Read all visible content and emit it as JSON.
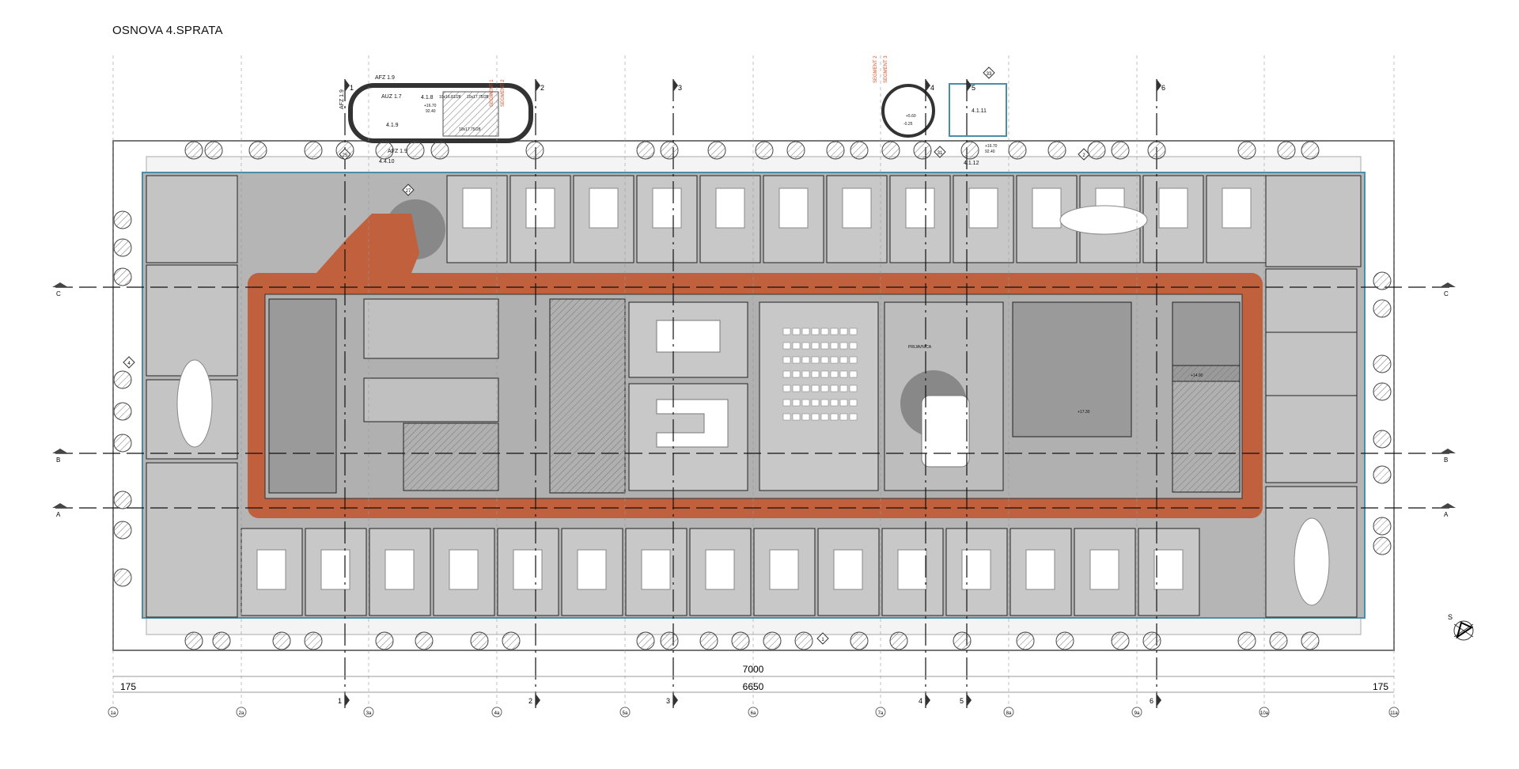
{
  "title": "OSNOVA 4.SPRATA",
  "segments": [
    "SEGMENT 1",
    "SEGMENT 2",
    "SEGMENT 2",
    "SEGMENT 3"
  ],
  "column_axes": [
    "1a",
    "2a",
    "3a",
    "4a",
    "5a",
    "6a",
    "7a",
    "8a",
    "9a",
    "10a",
    "11a"
  ],
  "section_axes": [
    "1",
    "2",
    "3",
    "4",
    "5",
    "6"
  ],
  "section_cuts": [
    "A",
    "B",
    "C"
  ],
  "dimensions": {
    "overall": "7000",
    "inner": "6650",
    "left_offset": "175",
    "right_offset": "175"
  },
  "room_tags": {
    "stair_core_west": "4.1.8",
    "lift": "4.1.9",
    "auz": "AUZ 1.7",
    "afz_top": "AFZ 1.9",
    "afz_side": "AFZ 1.9",
    "afz_entry": "AFZ 1.9",
    "entry_west": "4.4.10",
    "stair_core_east": "4.1.11",
    "entry_east": "4.1.12",
    "reception": "PRIJAVNICA"
  },
  "levels": {
    "stair_west": "+16.70",
    "stair_west_sub": "92.40",
    "round_stair_top": "+5.60",
    "round_stair_bottom": "-0.25",
    "east_entry": "+16.70",
    "east_entry_sub": "92.40",
    "core_east": "+14.90",
    "wc_level": "+17.30"
  },
  "stairs": {
    "west_a": "10x16.81/28",
    "west_b": "10x17.75/28",
    "west_c": "10x17.75/28"
  },
  "markers": [
    "25",
    "27",
    "31",
    "33",
    "1",
    "2",
    "4"
  ],
  "north_label": "S",
  "colors": {
    "corridor": "#c0603c",
    "floor": "#b5b5b5",
    "office": "#cfcfcf",
    "wall": "#222222",
    "glass": "#4a8fa8",
    "segment": "#d2502a"
  }
}
